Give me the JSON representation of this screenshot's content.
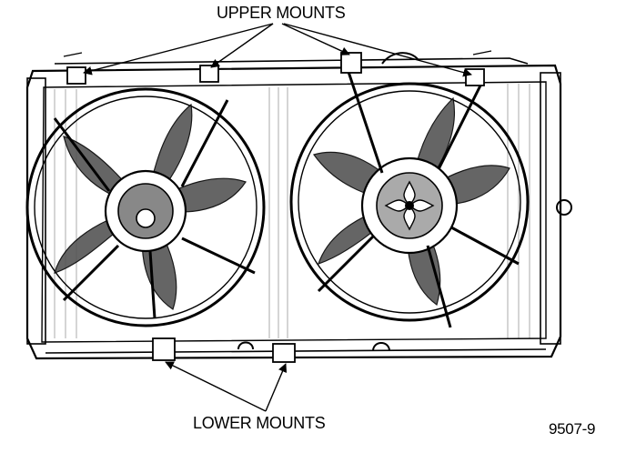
{
  "figure": {
    "upper_label": "UPPER MOUNTS",
    "lower_label": "LOWER MOUNTS",
    "figure_id": "9507-9"
  },
  "colors": {
    "ink": "#000000",
    "paper": "#ffffff"
  }
}
